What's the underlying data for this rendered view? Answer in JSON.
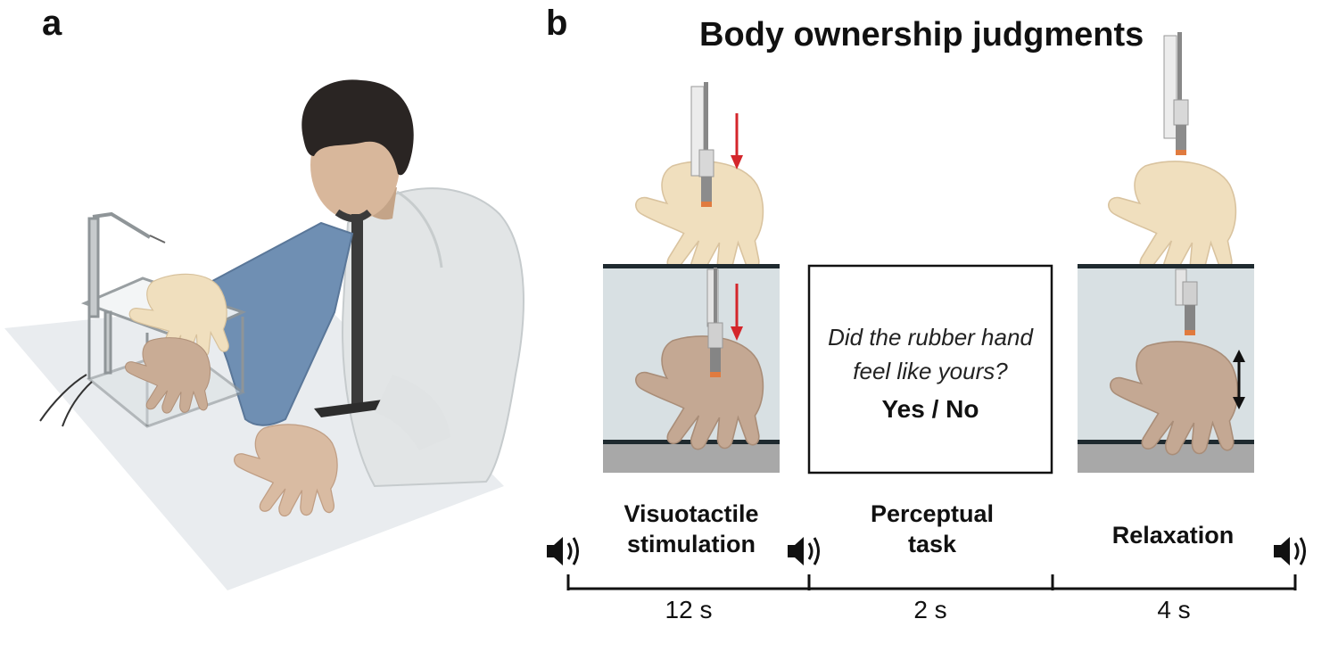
{
  "panels": {
    "a": "a",
    "b": "b"
  },
  "title": "Body ownership judgments",
  "question": [
    "Did the rubber hand",
    "feel like yours?"
  ],
  "answer": "Yes / No",
  "phases": [
    {
      "label": [
        "Visuotactile",
        "stimulation"
      ],
      "duration": "12 s"
    },
    {
      "label": [
        "Perceptual",
        "task"
      ],
      "duration": "2 s"
    },
    {
      "label": [
        "Relaxation"
      ],
      "duration": "4 s"
    }
  ],
  "icons": [
    "speaker-icon",
    "speaker-icon",
    "speaker-icon",
    "red-down-arrow-icon",
    "double-arrow-icon"
  ],
  "colors": {
    "stim_arrow": "#d4262b",
    "shirt": "#e4e6e6",
    "drape": "#6f8fb3",
    "rubber_hand": "#f0dfbe",
    "real_hand": "#c9ac95",
    "box_glass": "#d8e0e3"
  }
}
